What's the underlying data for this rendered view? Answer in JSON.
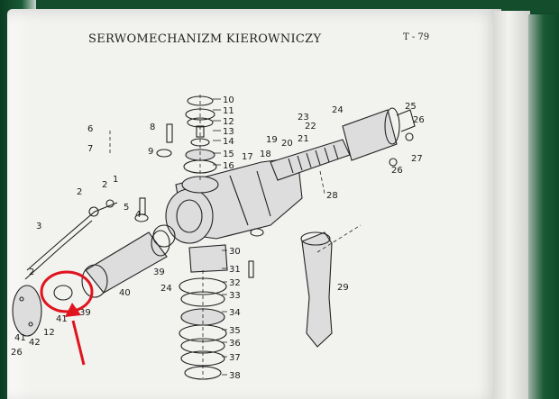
{
  "header": {
    "title": "SERWOMECHANIZM KIEROWNICZY",
    "page_code": "T - 79"
  },
  "labels": [
    "10",
    "11",
    "12",
    "13",
    "14",
    "15",
    "16",
    "17",
    "18",
    "19",
    "20",
    "21",
    "22",
    "23",
    "24",
    "25",
    "26",
    "26",
    "27",
    "28",
    "8",
    "9",
    "6",
    "7",
    "1",
    "2",
    "2",
    "3",
    "4",
    "5",
    "2",
    "29",
    "30",
    "31",
    "32",
    "33",
    "34",
    "35",
    "36",
    "37",
    "38",
    "39",
    "24",
    "40",
    "41",
    "39",
    "12",
    "42",
    "26",
    "41"
  ],
  "colors": {
    "annotation": "#e0141e",
    "ink": "#1a1a1a",
    "paper": "#f2f2ef",
    "background": "#0f4a2a"
  },
  "annotation": {
    "shape": "red-ellipse-with-arrow"
  }
}
